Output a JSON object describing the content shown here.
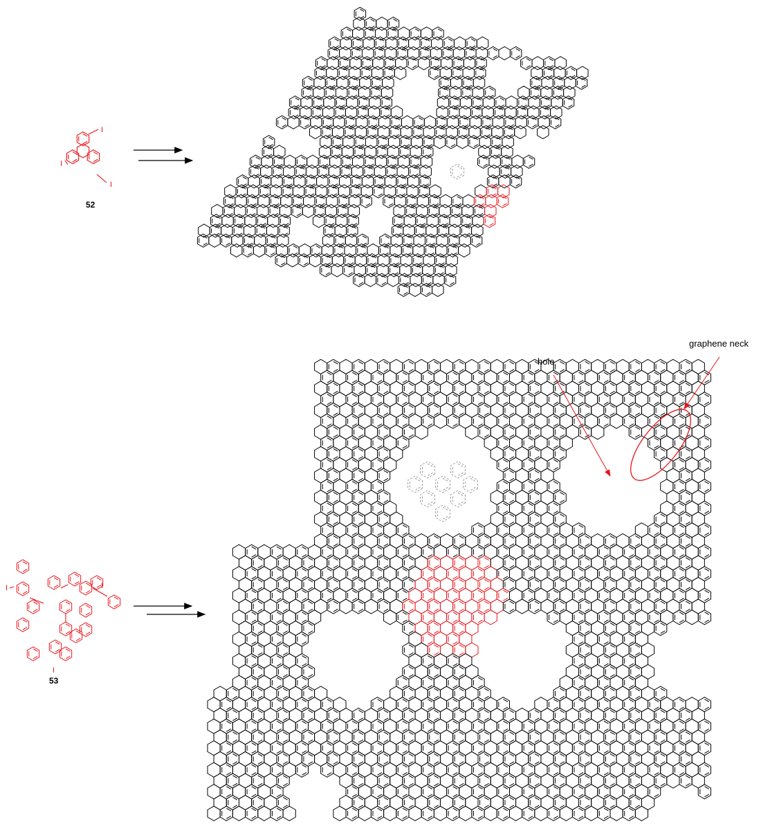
{
  "colors": {
    "bond": "#000000",
    "accent": "#e8141b",
    "template_outline": "#9a9a9a",
    "background": "#ffffff"
  },
  "reaction_1": {
    "precursor": {
      "label": "52",
      "substituent": "I"
    },
    "arrow": "two-step",
    "product": "porous graphene network with triangular holes"
  },
  "reaction_2": {
    "precursor": {
      "label": "53",
      "substituent": "I"
    },
    "arrow": "two-step",
    "product": "porous graphene network with hexagonal holes and graphene necks"
  },
  "annotations": {
    "hole": "hole",
    "graphene_neck": "graphene neck"
  }
}
